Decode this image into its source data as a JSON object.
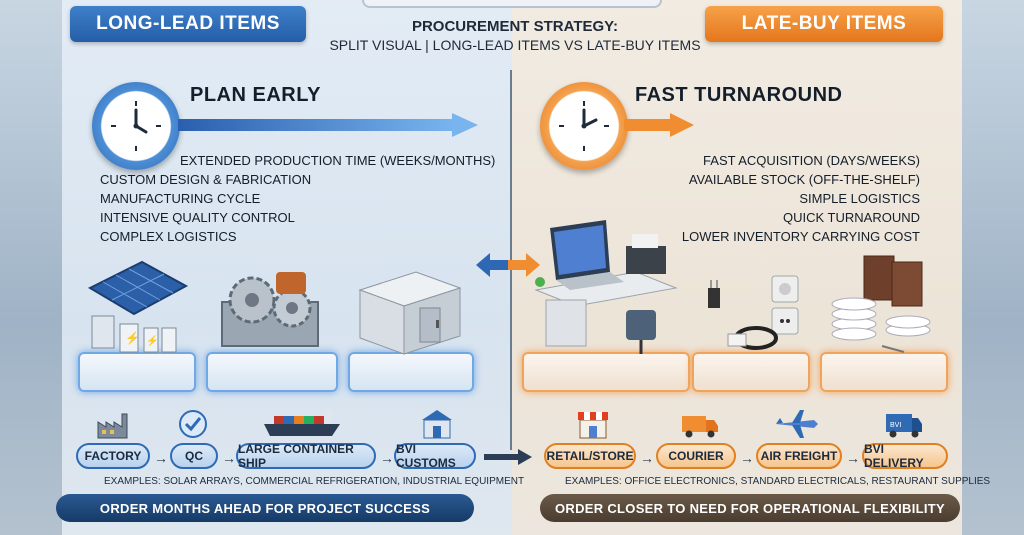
{
  "header": {
    "left_tag": "LONG-LEAD ITEMS",
    "right_tag": "LATE-BUY ITEMS",
    "title": "PROCUREMENT STRATEGY:",
    "subtitle": "SPLIT VISUAL  |  LONG-LEAD ITEMS VS LATE-BUY ITEMS"
  },
  "left": {
    "heading": "PLAN EARLY",
    "points": [
      "Extended production time (weeks/months)",
      "Custom design & fabrication",
      "Manufacturing cycle",
      "Intensive quality control",
      "Complex logistics"
    ],
    "flow": [
      "FACTORY",
      "QC",
      "LARGE CONTAINER SHIP",
      "BVI CUSTOMS"
    ],
    "examples": "Examples: Solar arrays, commercial refrigeration, industrial equipment",
    "banner": "ORDER MONTHS AHEAD FOR PROJECT SUCCESS",
    "accent": "#2e68b5"
  },
  "right": {
    "heading": "FAST TURNAROUND",
    "points": [
      "Fast acquisition (days/weeks)",
      "Available stock (off-the-shelf)",
      "Simple logistics",
      "Quick turnaround",
      "Lower inventory carrying cost"
    ],
    "flow": [
      "RETAIL/STORE",
      "COURIER",
      "AIR FREIGHT",
      "BVI DELIVERY"
    ],
    "examples": "Examples: Office electronics, standard electricals, restaurant supplies",
    "banner": "ORDER CLOSER TO NEED FOR OPERATIONAL FLEXIBILITY",
    "accent": "#e2721b"
  },
  "icons": {
    "left_clock": "clock-icon",
    "right_clock": "clock-icon",
    "center": "swap-arrows-icon",
    "factory": "factory-icon",
    "qc": "checkmark-badge-icon",
    "ship": "container-ship-icon",
    "customs": "customs-building-icon",
    "store": "storefront-icon",
    "courier": "delivery-truck-icon",
    "air": "airplane-icon",
    "delivery": "delivery-van-icon"
  }
}
